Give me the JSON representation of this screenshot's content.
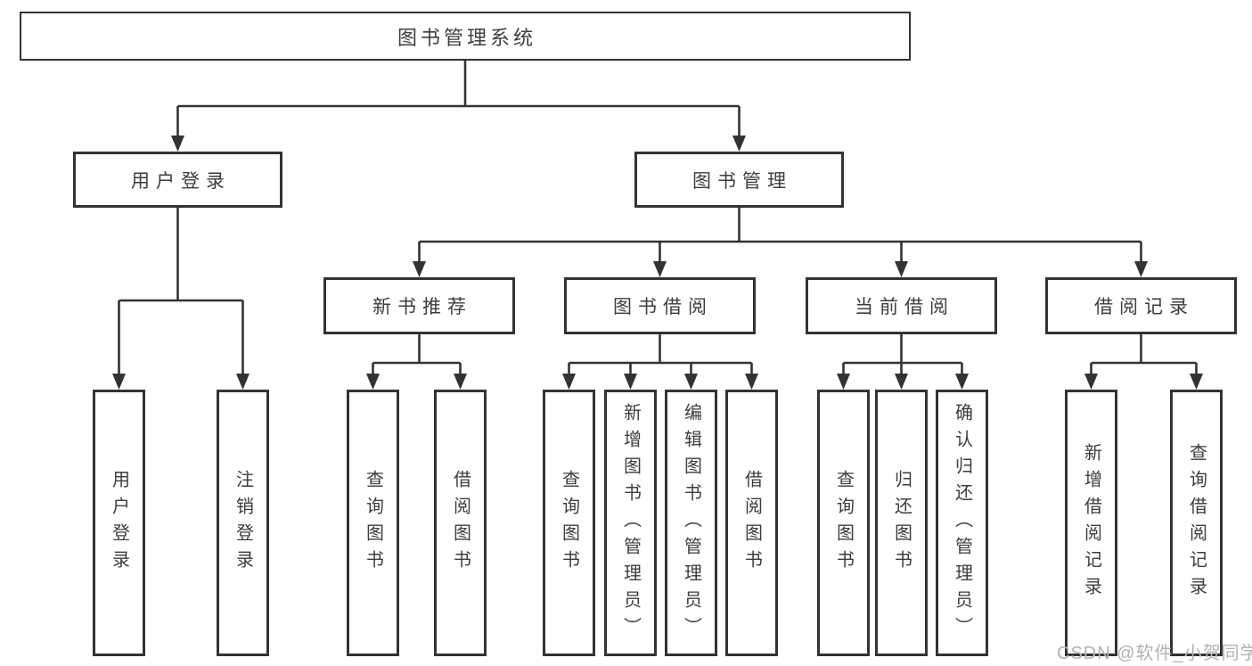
{
  "tree": {
    "root": "图书管理系统",
    "branches": [
      {
        "label": "用户登录",
        "leaves": [
          "用户登录",
          "注销登录"
        ]
      },
      {
        "label": "图书管理",
        "groups": [
          {
            "label": "新书推荐",
            "leaves": [
              "查询图书",
              "借阅图书"
            ]
          },
          {
            "label": "图书借阅",
            "leaves": [
              "查询图书",
              "新增图书（管理员）",
              "编辑图书（管理员）",
              "借阅图书"
            ]
          },
          {
            "label": "当前借阅",
            "leaves": [
              "查询图书",
              "归还图书",
              "确认归还（管理员）"
            ]
          },
          {
            "label": "借阅记录",
            "leaves": [
              "新增借阅记录",
              "查询借阅记录"
            ]
          }
        ]
      }
    ]
  },
  "watermark": "CSDN @软件_小贺同学",
  "colors": {
    "line": "#333333",
    "box_border": "#333333",
    "box_fill": "#ffffff",
    "text": "#3d3d3d",
    "watermark": "#b2b2b2"
  }
}
